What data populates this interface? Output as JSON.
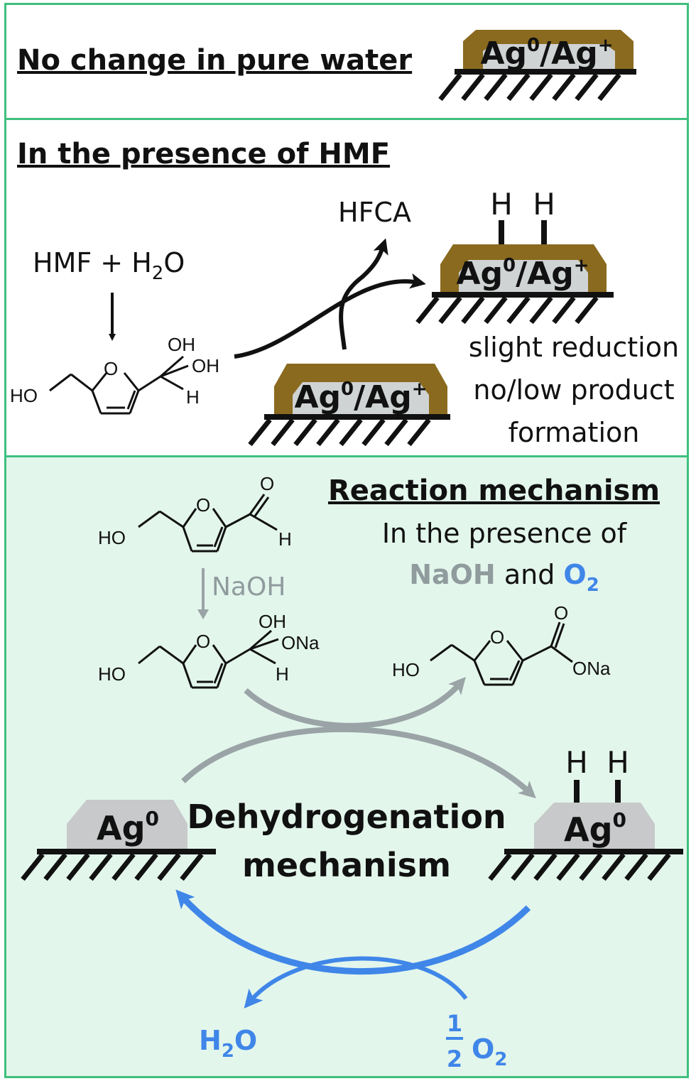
{
  "panels": {
    "water": {
      "title": "No change in pure water",
      "particle": {
        "label_main": "Ag",
        "sup0": "0",
        "slash": "/Ag",
        "supplus": "+"
      }
    },
    "hmf": {
      "title": "In the presence of HMF",
      "reactant": {
        "main": "HMF + H",
        "sub": "2",
        "tail": "O"
      },
      "product": "HFCA",
      "hydrogens": [
        "H",
        "H"
      ],
      "particle": {
        "label_main": "Ag",
        "sup0": "0",
        "slash": "/Ag",
        "supplus": "+"
      },
      "outcome": [
        "slight reduction",
        "no/low product",
        "formation"
      ],
      "molecule": {
        "oh_top": "OH",
        "oh_right": "OH",
        "h": "H",
        "ho": "HO",
        "o": "O"
      }
    },
    "mechanism": {
      "title": "Reaction mechanism",
      "subtitle_line1": "In the presence of",
      "subtitle_naoh": "NaOH",
      "subtitle_and": " and ",
      "subtitle_o2_main": "O",
      "subtitle_o2_sub": "2",
      "reagent": "NaOH",
      "hmf_mol": {
        "ho": "HO",
        "o_ring": "O",
        "o_carbonyl": "O",
        "h": "H"
      },
      "intermediate_mol": {
        "ho": "HO",
        "o_ring": "O",
        "oh": "OH",
        "ona": "ONa",
        "h": "H"
      },
      "product_mol": {
        "ho": "HO",
        "o_ring": "O",
        "o_carbonyl": "O",
        "ona": "ONa"
      },
      "center_line1": "Dehydrogenation",
      "center_line2": "mechanism",
      "left_particle": {
        "label": "Ag",
        "sup": "0"
      },
      "right_particle": {
        "label": "Ag",
        "sup": "0"
      },
      "hydrogens": [
        "H",
        "H"
      ],
      "water_main": "H",
      "water_sub": "2",
      "water_tail": "O",
      "half_num": "1",
      "half_den": "2",
      "oxygen_main": "O",
      "oxygen_sub": "2"
    }
  },
  "colors": {
    "border": "#3ec07e",
    "mechanism_bg": "#e3f6ec",
    "particle_shell": "#8a6a1f",
    "particle_core": "#cfd3d4",
    "ag0_particle": "#c7c9ca",
    "gray_arrow": "#9aa3a6",
    "naoh_text": "#8f9b9d",
    "blue": "#3f86e8"
  }
}
